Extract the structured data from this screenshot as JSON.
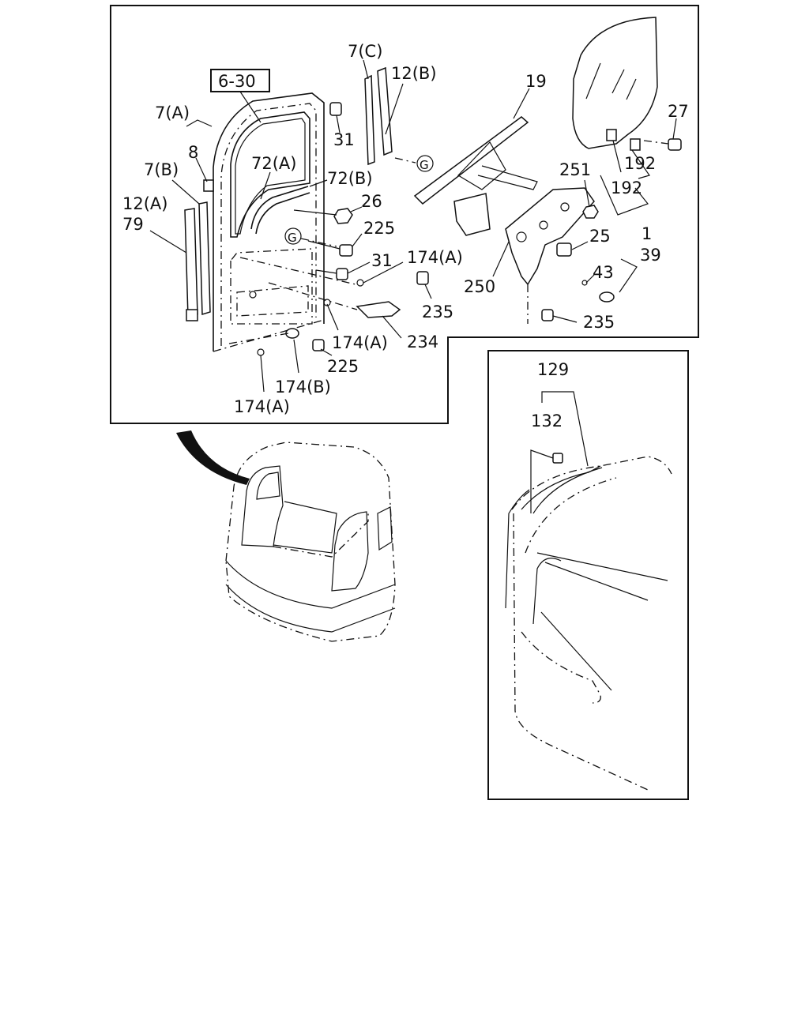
{
  "diagram": {
    "ref_box": "6-30",
    "circle_ref": "G",
    "main_labels": {
      "l7c": "7(C)",
      "l12b": "12(B)",
      "l19": "19",
      "l27": "27",
      "l7a": "7(A)",
      "l8": "8",
      "l31a": "31",
      "l72a": "72(A)",
      "l72b": "72(B)",
      "l7b": "7(B)",
      "l12a": "12(A)",
      "l79": "79",
      "l26": "26",
      "l225a": "225",
      "l31b": "31",
      "l174a1": "174(A)",
      "l251": "251",
      "l192a": "192",
      "l192b": "192",
      "l1": "1",
      "l25": "25",
      "l39": "39",
      "l43": "43",
      "l250": "250",
      "l235a": "235",
      "l235b": "235",
      "l174a2": "174(A)",
      "l234": "234",
      "l225b": "225",
      "l174b": "174(B)",
      "l174a3": "174(A)"
    },
    "inset_labels": {
      "l129": "129",
      "l132": "132"
    }
  }
}
